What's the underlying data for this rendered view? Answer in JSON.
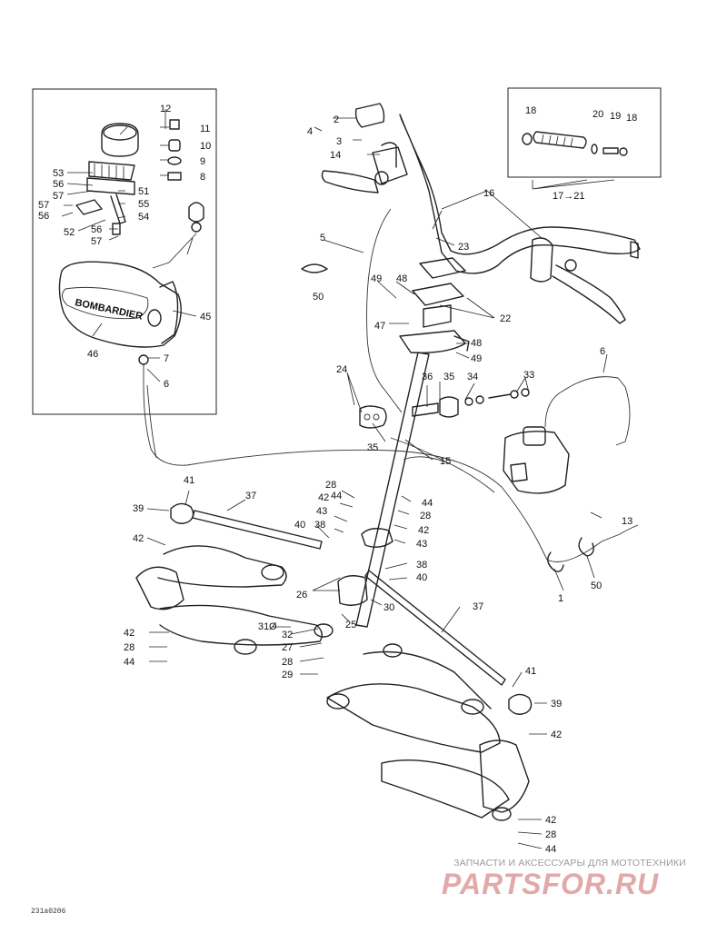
{
  "callouts": [
    "1",
    "2",
    "3",
    "4",
    "5",
    "6",
    "7",
    "8",
    "9",
    "10",
    "11",
    "12",
    "13",
    "14",
    "15",
    "16",
    "17→21",
    "18",
    "19",
    "20",
    "21",
    "22",
    "23",
    "24",
    "25",
    "26",
    "27",
    "28",
    "29",
    "30",
    "31",
    "32",
    "33",
    "34",
    "35",
    "36",
    "37",
    "38",
    "39",
    "40",
    "41",
    "42",
    "43",
    "44",
    "45",
    "46",
    "47",
    "48",
    "49",
    "50",
    "51",
    "52",
    "53",
    "54",
    "55",
    "56",
    "57"
  ],
  "watermark": {
    "caption": "ЗАПЧАСТИ И АКСЕССУАРЫ ДЛЯ МОТОТЕХНИКИ",
    "logo": "PARTSFOR.RU"
  },
  "drawing_code": "231a0206",
  "cover_marking": "BOMBARDIER"
}
